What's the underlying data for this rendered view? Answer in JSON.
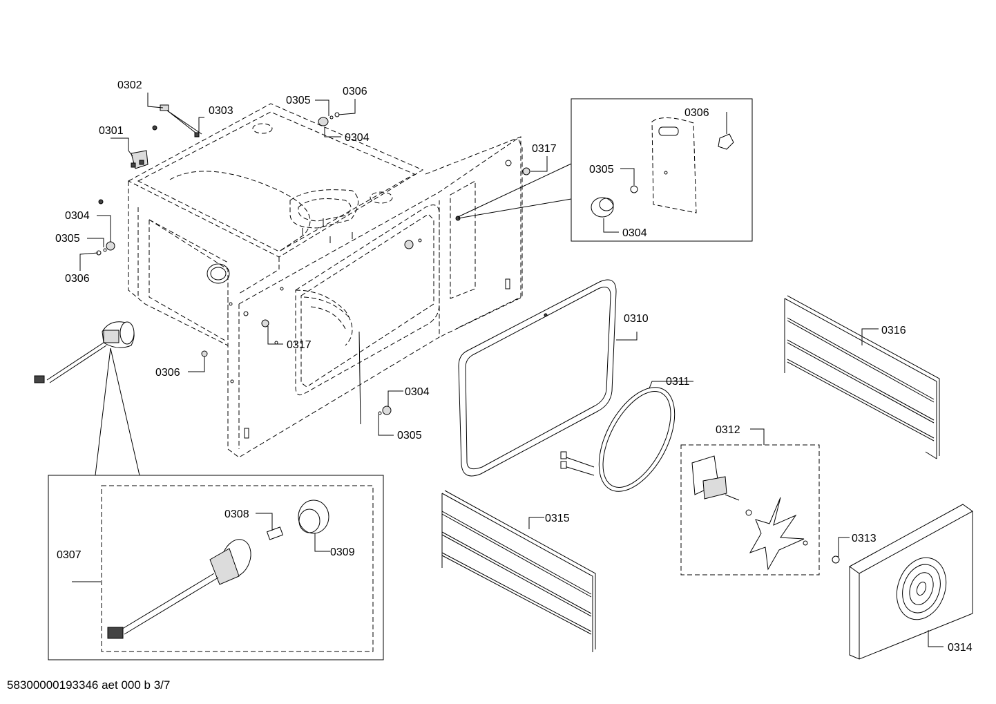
{
  "labels": {
    "p0301": "0301",
    "p0302": "0302",
    "p0303": "0303",
    "p0304": "0304",
    "p0305": "0305",
    "p0306": "0306",
    "p0307": "0307",
    "p0308": "0308",
    "p0309": "0309",
    "p0310": "0310",
    "p0311": "0311",
    "p0312": "0312",
    "p0313": "0313",
    "p0314": "0314",
    "p0315": "0315",
    "p0316": "0316",
    "p0317": "0317"
  },
  "footer": {
    "document_code": "58300000193346 aet 000 b 3/7"
  }
}
